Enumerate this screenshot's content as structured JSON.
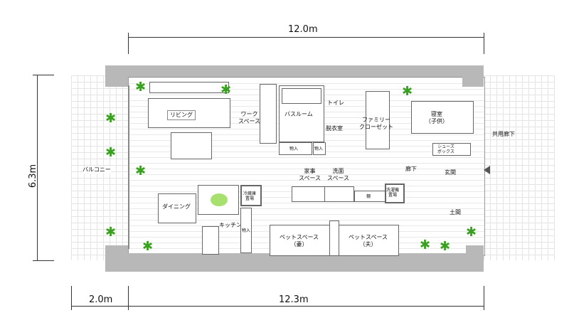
{
  "dimensions": {
    "top_width": "12.0m",
    "height": "6.3m",
    "balcony_width": "2.0m",
    "bottom_width": "12.3m"
  },
  "rooms": {
    "living": "リビング",
    "work_space": "ワーク\nスペース",
    "bathroom": "バスルーム",
    "toilet": "トイレ",
    "dressing": "脱衣室",
    "family_closet": "ファミリー\nクローゼット",
    "bedroom": "寝室\n（子供）",
    "shared_corridor": "共用廊下",
    "shoe_box": "シューズ\nボックス",
    "entrance": "玄関",
    "corridor": "廊下",
    "housework": "家事\nスペース",
    "washroom": "洗面\nスペース",
    "balcony": "バルコニー",
    "dining": "ダイニング",
    "kitchen": "キッチン",
    "fridge": "冷蔵庫\n置場",
    "washer": "洗濯機\n置場",
    "shelf": "棚",
    "storage1": "物入",
    "storage2": "物入",
    "storage3": "物入",
    "earth_floor": "土間",
    "pet_wife": "ペットスペース\n（妻）",
    "pet_husband": "ペットスペース\n（夫）"
  },
  "colors": {
    "wall": "#b8b8b8",
    "plant": "#3aa020",
    "chair": "#a8e070"
  }
}
